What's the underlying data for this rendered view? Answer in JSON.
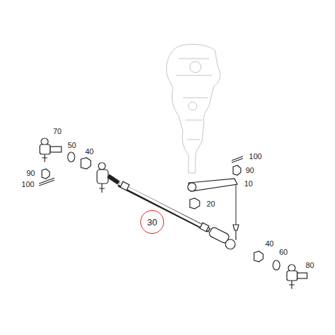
{
  "diagram": {
    "nodes": [
      {
        "text": [
          "30"
        ]
      }
    ],
    "labels": [
      "70",
      "50",
      "40",
      "90",
      "100",
      "100",
      "90",
      "10",
      "20",
      "40",
      "60",
      "80"
    ]
  }
}
